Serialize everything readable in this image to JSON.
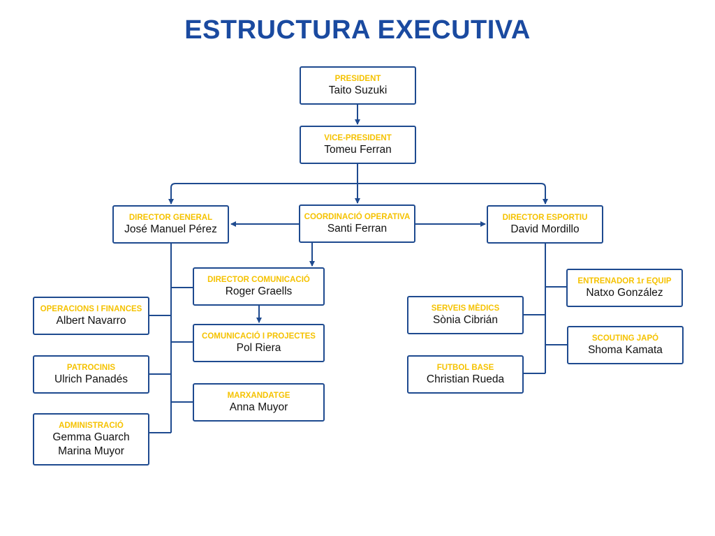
{
  "title": "ESTRUCTURA EXECUTIVA",
  "colors": {
    "title": "#1a4aa0",
    "role": "#f5c200",
    "border": "#1e4a8f",
    "line": "#1e4a8f",
    "text": "#111111"
  },
  "nodes": {
    "president": {
      "role": "PRESIDENT",
      "people": [
        "Taito Suzuki"
      ]
    },
    "vicepresident": {
      "role": "VICE-PRESIDENT",
      "people": [
        "Tomeu Ferran"
      ]
    },
    "coordinacio": {
      "role": "COORDINACIÓ OPERATIVA",
      "people": [
        "Santi Ferran"
      ]
    },
    "directorgeneral": {
      "role": "DIRECTOR GENERAL",
      "people": [
        "José Manuel Pérez"
      ]
    },
    "directoresportiu": {
      "role": "DIRECTOR ESPORTIU",
      "people": [
        "David Mordillo"
      ]
    },
    "directorcomunicacio": {
      "role": "DIRECTOR COMUNICACIÓ",
      "people": [
        "Roger Graells"
      ]
    },
    "comunicacioprojectes": {
      "role": "COMUNICACIÓ I PROJECTES",
      "people": [
        "Pol Riera"
      ]
    },
    "marxandatge": {
      "role": "MARXANDATGE",
      "people": [
        "Anna Muyor"
      ]
    },
    "operacions": {
      "role": "OPERACIONS I FINANCES",
      "people": [
        "Albert Navarro"
      ]
    },
    "patrocinis": {
      "role": "PATROCINIS",
      "people": [
        "Ulrich Panadés"
      ]
    },
    "administracio": {
      "role": "ADMINISTRACIÓ",
      "people": [
        "Gemma Guarch",
        "Marina Muyor"
      ]
    },
    "entrenador": {
      "role": "ENTRENADOR 1r EQUIP",
      "people": [
        "Natxo González"
      ]
    },
    "serveismedics": {
      "role": "SERVEIS MÈDICS",
      "people": [
        "Sònia Cibrián"
      ]
    },
    "scouting": {
      "role": "SCOUTING JAPÓ",
      "people": [
        "Shoma Kamata"
      ]
    },
    "futbolbase": {
      "role": "FUTBOL BASE",
      "people": [
        "Christian Rueda"
      ]
    }
  }
}
